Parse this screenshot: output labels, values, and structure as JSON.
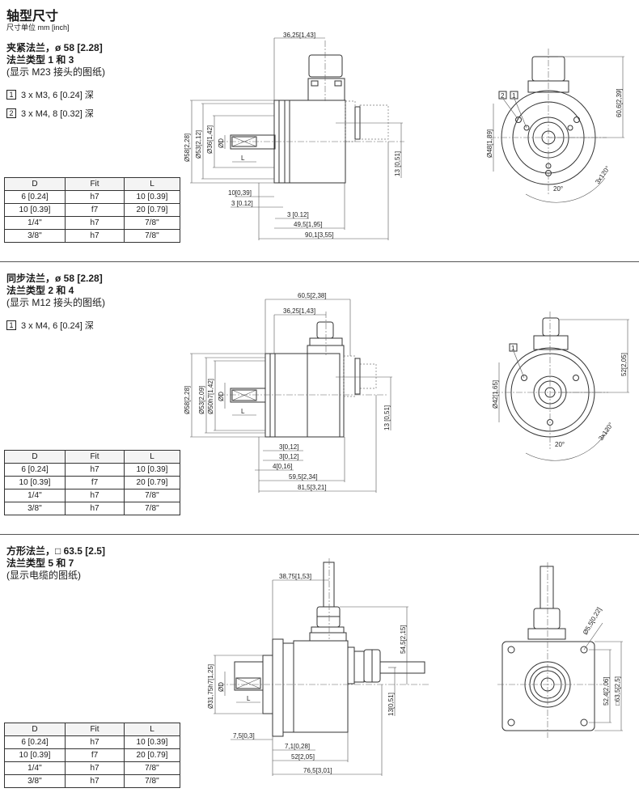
{
  "header": {
    "title": "轴型尺寸",
    "units": "尺寸单位 mm [inch]"
  },
  "table_headers": [
    "D",
    "Fit",
    "L"
  ],
  "table_rows": [
    [
      "6 [0.24]",
      "h7",
      "10 [0.39]"
    ],
    [
      "10 [0.39]",
      "f7",
      "20 [0.79]"
    ],
    [
      "1/4''",
      "h7",
      "7/8''"
    ],
    [
      "3/8''",
      "h7",
      "7/8''"
    ]
  ],
  "sections": [
    {
      "title": "夹紧法兰，ø 58 [2.28]",
      "subtitle": "法兰类型 1 和 3",
      "note": "(显示 M23 接头的图纸)",
      "items": [
        {
          "n": "1",
          "text": "3 x M3, 6 [0.24] 深"
        },
        {
          "n": "2",
          "text": "3 x M4, 8 [0.32] 深"
        }
      ],
      "dims": {
        "top": "36,25[1,43]",
        "d58": "Ø58[2,28]",
        "d53": "Ø53[2,12]",
        "d36": "Ø36[1,42]",
        "dD": "ØD",
        "L": "L",
        "a": "10[0,39]",
        "b": "3 [0.12]",
        "c": "3 [0.12]",
        "e": "49,5[1,95]",
        "f": "90,1[3,55]",
        "g": "13 [0,51]",
        "h": "60,6[2,39]",
        "i": "Ø48[1,89]",
        "ang": "20°",
        "tri": "3x120°",
        "m1": "1",
        "m2": "2"
      }
    },
    {
      "title": "同步法兰，ø 58 [2.28]",
      "subtitle": "法兰类型 2 和 4",
      "note": "(显示 M12 接头的图纸)",
      "items": [
        {
          "n": "1",
          "text": "3 x M4, 6 [0.24] 深"
        }
      ],
      "dims": {
        "top0": "60,5[2,38]",
        "top": "36,25[1,43]",
        "d58": "Ø58[2,28]",
        "d53": "Ø53[2,09]",
        "d50": "Ø50h7[1,42]",
        "dD": "ØD",
        "L": "L",
        "a": "3[0,12]",
        "b": "3[0,12]",
        "c": "4[0,16]",
        "e": "59,5[2,34]",
        "f": "81,5[3,21]",
        "g": "13 [0,51]",
        "h": "52[2,05]",
        "i": "Ø42[1,65]",
        "ang": "20°",
        "tri": "3x120°",
        "m1": "1"
      }
    },
    {
      "title": "方形法兰，□ 63.5 [2.5]",
      "subtitle": "法兰类型 5 和 7",
      "note": "(显示电缆的图纸)",
      "items": [],
      "dims": {
        "top": "38,75[1,53]",
        "d31": "Ø31,75h7[1,25]",
        "dD": "ØD",
        "L": "L",
        "a": "7,5[0,3]",
        "b": "7,1[0,28]",
        "e": "52[2,05]",
        "f": "76,5[3,01]",
        "g": "13[0,51]",
        "k": "54,5[2,15]",
        "h": "Ø5,5[0,22]",
        "i": "52,4[2,06]",
        "j": "□63,5[2,5]"
      }
    }
  ]
}
